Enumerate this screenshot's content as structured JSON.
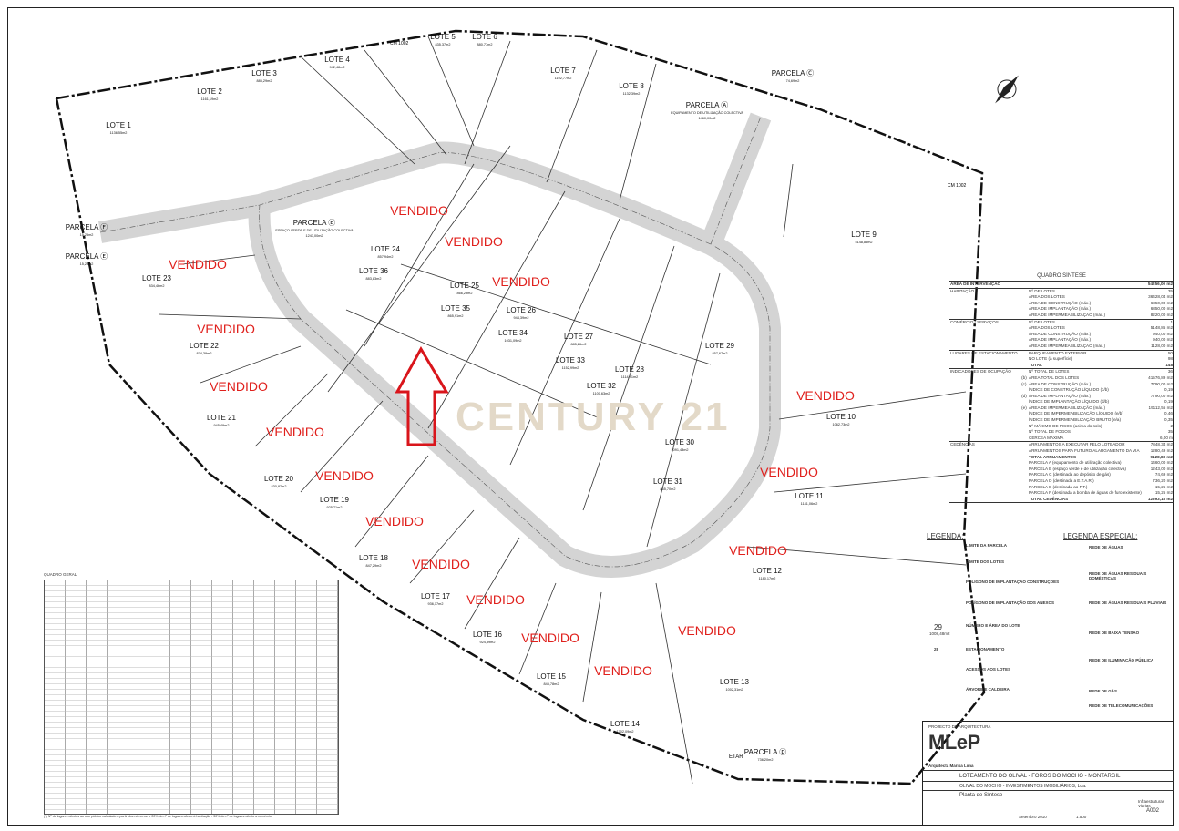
{
  "drawing": {
    "top_road_label": "CM 1002",
    "side_road_label": "CM 1002",
    "watermark": "CENTURY 21",
    "sold_label": "VENDIDO",
    "sold_color": "#e0201c",
    "arrow_color": "#d9151b",
    "road_color": "#d4d4d4",
    "compass": "north-arrow-icon",
    "etar_label": "ETAR",
    "lots": [
      {
        "label": "LOTE 1",
        "area": "1136,55m2"
      },
      {
        "label": "LOTE 2",
        "area": "1161,19m2"
      },
      {
        "label": "LOTE 3",
        "area": "885,29m2"
      },
      {
        "label": "LOTE 4",
        "area": "942,48m2"
      },
      {
        "label": "LOTE 5",
        "area": "835,37m2"
      },
      {
        "label": "LOTE 6",
        "area": "880,77m2"
      },
      {
        "label": "LOTE 7",
        "area": "1102,77m2"
      },
      {
        "label": "LOTE 8",
        "area": "1132,39m2"
      },
      {
        "label": "LOTE 9",
        "area": "5148,85m2"
      },
      {
        "label": "LOTE 10",
        "area": "1062,73m2"
      },
      {
        "label": "LOTE 11",
        "area": "1141,06m2"
      },
      {
        "label": "LOTE 12",
        "area": "1180,17m2"
      },
      {
        "label": "LOTE 13",
        "area": "1002,31m2"
      },
      {
        "label": "LOTE 14",
        "area": "1702,09m2"
      },
      {
        "label": "LOTE 15",
        "area": "845,78m2"
      },
      {
        "label": "LOTE 16",
        "area": "924,39m2"
      },
      {
        "label": "LOTE 17",
        "area": "936,17m2"
      },
      {
        "label": "LOTE 18",
        "area": "847,29m2"
      },
      {
        "label": "LOTE 19",
        "area": "925,71m2"
      },
      {
        "label": "LOTE 20",
        "area": "830,82m2"
      },
      {
        "label": "LOTE 21",
        "area": "945,49m2"
      },
      {
        "label": "LOTE 22",
        "area": "874,39m2"
      },
      {
        "label": "LOTE 23",
        "area": "834,46m2"
      },
      {
        "label": "LOTE 24",
        "area": "857,94m2"
      },
      {
        "label": "LOTE 25",
        "area": "866,29m2"
      },
      {
        "label": "LOTE 26",
        "area": "944,39m2"
      },
      {
        "label": "LOTE 27",
        "area": "885,26m2"
      },
      {
        "label": "LOTE 28",
        "area": "1114,91m2"
      },
      {
        "label": "LOTE 29",
        "area": "857,67m2"
      },
      {
        "label": "LOTE 30",
        "area": "1091,43m2"
      },
      {
        "label": "LOTE 31",
        "area": "865,70m2"
      },
      {
        "label": "LOTE 32",
        "area": "1100,63m2"
      },
      {
        "label": "LOTE 33",
        "area": "1152,99m2"
      },
      {
        "label": "LOTE 34",
        "area": "1031,09m2"
      },
      {
        "label": "LOTE 35",
        "area": "865,91m2"
      },
      {
        "label": "LOTE 36",
        "area": "883,83m2"
      }
    ],
    "parcels": [
      {
        "label": "PARCELA Ⓐ",
        "desc": "EQUIPAMENTO DE UTILIZAÇÃO COLECTIVA",
        "area": "1460,00m2"
      },
      {
        "label": "PARCELA Ⓑ",
        "desc": "ESPAÇO VERDE E DE UTILIZAÇÃO COLECTIVA",
        "area": "1243,00m2"
      },
      {
        "label": "PARCELA Ⓒ",
        "desc": "",
        "area": "74,69m2"
      },
      {
        "label": "PARCELA Ⓓ",
        "desc": "",
        "area": "736,20m2"
      },
      {
        "label": "PARCELA Ⓔ",
        "desc": "",
        "area": "15,25m2"
      },
      {
        "label": "PARCELA Ⓕ",
        "desc": "",
        "area": "15,25m2"
      }
    ]
  },
  "quadro_sintese": {
    "title": "QUADRO SÍNTESE",
    "rows": [
      {
        "sec": "ÁREA DE INTERVENÇÃO",
        "k": "",
        "label": "",
        "value": "54256,00 m2",
        "cls": "sec bold"
      },
      {
        "sec": "HABITAÇÃO",
        "k": "",
        "label": "Nº DE LOTES",
        "value": "35",
        "cls": "sec"
      },
      {
        "sec": "",
        "k": "",
        "label": "ÁREA DOS LOTES",
        "value": "36428,04 m2",
        "cls": ""
      },
      {
        "sec": "",
        "k": "",
        "label": "ÁREA DE CONSTRUÇÃO (máx.)",
        "value": "6850,00 m2",
        "cls": ""
      },
      {
        "sec": "",
        "k": "",
        "label": "ÁREA DE IMPLANTAÇÃO (máx.)",
        "value": "6850,00 m2",
        "cls": ""
      },
      {
        "sec": "",
        "k": "",
        "label": "ÁREA DE IMPERMEABILIZAÇÃO (máx.)",
        "value": "8220,00 m2",
        "cls": ""
      },
      {
        "sec": "COMÉRCIO / SERVIÇOS",
        "k": "",
        "label": "Nº DE LOTES",
        "value": "1",
        "cls": "sec"
      },
      {
        "sec": "",
        "k": "",
        "label": "ÁREA DOS LOTES",
        "value": "5148,85 m2",
        "cls": ""
      },
      {
        "sec": "",
        "k": "",
        "label": "ÁREA DE CONSTRUÇÃO (máx.)",
        "value": "940,00 m2",
        "cls": ""
      },
      {
        "sec": "",
        "k": "",
        "label": "ÁREA DE IMPLANTAÇÃO (máx.)",
        "value": "940,00 m2",
        "cls": ""
      },
      {
        "sec": "",
        "k": "",
        "label": "ÁREA DE IMPERMEABILIZAÇÃO (máx.)",
        "value": "1128,00 m2",
        "cls": ""
      },
      {
        "sec": "LUGARES DE ESTACIONAMENTO",
        "k": "",
        "label": "PARQUEAMENTO EXTERIOR",
        "value": "50",
        "cls": "sec"
      },
      {
        "sec": "",
        "k": "",
        "label": "NO LOTE (à superfície)",
        "value": "98",
        "cls": ""
      },
      {
        "sec": "",
        "k": "",
        "label": "TOTAL",
        "value": "148",
        "cls": "bold"
      },
      {
        "sec": "INDICADORES DE OCUPAÇÃO",
        "k": "",
        "label": "Nº TOTAL DE LOTES",
        "value": "36",
        "cls": "sec"
      },
      {
        "sec": "",
        "k": "(b)",
        "label": "ÁREA TOTAL DOS LOTES",
        "value": "41576,89 m2",
        "cls": ""
      },
      {
        "sec": "",
        "k": "(c)",
        "label": "ÁREA DE CONSTRUÇÃO (máx.)",
        "value": "7790,00 m2",
        "cls": ""
      },
      {
        "sec": "",
        "k": "",
        "label": "ÍNDICE DE CONSTRUÇÃO LÍQUIDO (c/b)",
        "value": "0,19",
        "cls": ""
      },
      {
        "sec": "",
        "k": "(d)",
        "label": "ÁREA DE IMPLANTAÇÃO (máx.)",
        "value": "7790,00 m2",
        "cls": ""
      },
      {
        "sec": "",
        "k": "",
        "label": "ÍNDICE DE IMPLANTAÇÃO LÍQUIDO (d/b)",
        "value": "0,19",
        "cls": ""
      },
      {
        "sec": "",
        "k": "(e)",
        "label": "ÁREA DE IMPERMEABILIZAÇÃO (máx.)",
        "value": "19112,55 m2",
        "cls": ""
      },
      {
        "sec": "",
        "k": "",
        "label": "ÍNDICE DE IMPERMEABILIZAÇÃO LÍQUIDO (e/b)",
        "value": "0,46",
        "cls": ""
      },
      {
        "sec": "",
        "k": "",
        "label": "ÍNDICE DE IMPERMEABILIZAÇÃO BRUTO (e/a)",
        "value": "0,35",
        "cls": ""
      },
      {
        "sec": "",
        "k": "",
        "label": "Nº MÁXIMO DE PISOS (acima do solo)",
        "value": "2",
        "cls": ""
      },
      {
        "sec": "",
        "k": "",
        "label": "Nº TOTAL DE FOGOS",
        "value": "35",
        "cls": ""
      },
      {
        "sec": "",
        "k": "",
        "label": "CÉRCEA MÁXIMA",
        "value": "6,00 m",
        "cls": ""
      },
      {
        "sec": "CEDÊNCIAS",
        "k": "",
        "label": "ARRUAMENTOS A EXECUTAR PELO LOTEADOR",
        "value": "7848,34 m2",
        "cls": "sec"
      },
      {
        "sec": "",
        "k": "",
        "label": "ARRUAMENTOS PARA FUTURO ALARGAMENTO DA VIA",
        "value": "1280,49 m2",
        "cls": ""
      },
      {
        "sec": "",
        "k": "",
        "label": "TOTAL ARRUAMENTOS",
        "value": "9128,83 m2",
        "cls": "bold"
      },
      {
        "sec": "",
        "k": "",
        "label": "PARCELA A (equipamento de utilização colectiva)",
        "value": "1460,00 m2",
        "cls": ""
      },
      {
        "sec": "",
        "k": "",
        "label": "PARCELA B (espaço verde e de utilização colectiva)",
        "value": "1243,00 m2",
        "cls": ""
      },
      {
        "sec": "",
        "k": "",
        "label": "PARCELA C (destinada ao depósito de gás)",
        "value": "74,69 m2",
        "cls": ""
      },
      {
        "sec": "",
        "k": "",
        "label": "PARCELA D (destinada a E.T.A.R.)",
        "value": "736,20 m2",
        "cls": ""
      },
      {
        "sec": "",
        "k": "",
        "label": "PARCELA E (destinada ao P.T.)",
        "value": "15,25 m2",
        "cls": ""
      },
      {
        "sec": "",
        "k": "",
        "label": "PARCELA F (destinada a bomba de águas de furo existente)",
        "value": "15,25 m2",
        "cls": ""
      },
      {
        "sec": "",
        "k": "",
        "label": "TOTAL CEDÊNCIAS",
        "value": "12693,18 m2",
        "cls": "bold last"
      }
    ]
  },
  "legend": {
    "title": "LEGENDA:",
    "items": [
      "LIMITE DA PARCELA",
      "LIMITE DOS LOTES",
      "POLÍGONO DE IMPLANTAÇÃO CONSTRUÇÕES",
      "POLÍGONO DE IMPLANTAÇÃO DOS ANEXOS",
      "NÚMERO E ÁREA DO LOTE",
      "ESTACIONAMENTO",
      "ACESSOS AOS LOTES",
      "ÁRVORE E CALDEIRA"
    ],
    "sample_number": "29",
    "sample_area": "1008,48m2",
    "parking_sample": "28",
    "special_title": "LEGENDA ESPECIAL:",
    "special_items": [
      "REDE DE ÁGUAS",
      "REDE DE ÁGUAS RESIDUAIS DOMÉSTICAS",
      "REDE DE ÁGUAS RESIDUAIS PLUVIAIS",
      "REDE DE BAIXA TENSÃO",
      "REDE DE ILUMINAÇÃO PÚBLICA",
      "REDE DE GÁS",
      "REDE DE TELECOMUNICAÇÕES"
    ]
  },
  "title_block": {
    "header": "PROJECTO DE ARQUITECTURA",
    "logo": "MLeP",
    "architect": "Arquitecta Marisa Lima",
    "project": "LOTEAMENTO DO OLIVAL - FOROS DO MOCHO - MONTARGIL",
    "owner": "OLIVAL DO MOCHO - INVESTIMENTOS IMOBILIÁRIOS, Lda.",
    "drawing_name": "Planta de Síntese",
    "phase": "Infraestruturas Viárias",
    "date": "Setembro 2010",
    "scale": "1:500",
    "sheet": "A002"
  },
  "quadro_geral": {
    "title": "QUADRO GERAL",
    "footnote": "(*) Nº de lugares afectos ao uso público calculado a partir dos números: ≥ 20% do nº de lugares afecto à habitação - 30% do nº de lugares afecto a comércio"
  }
}
